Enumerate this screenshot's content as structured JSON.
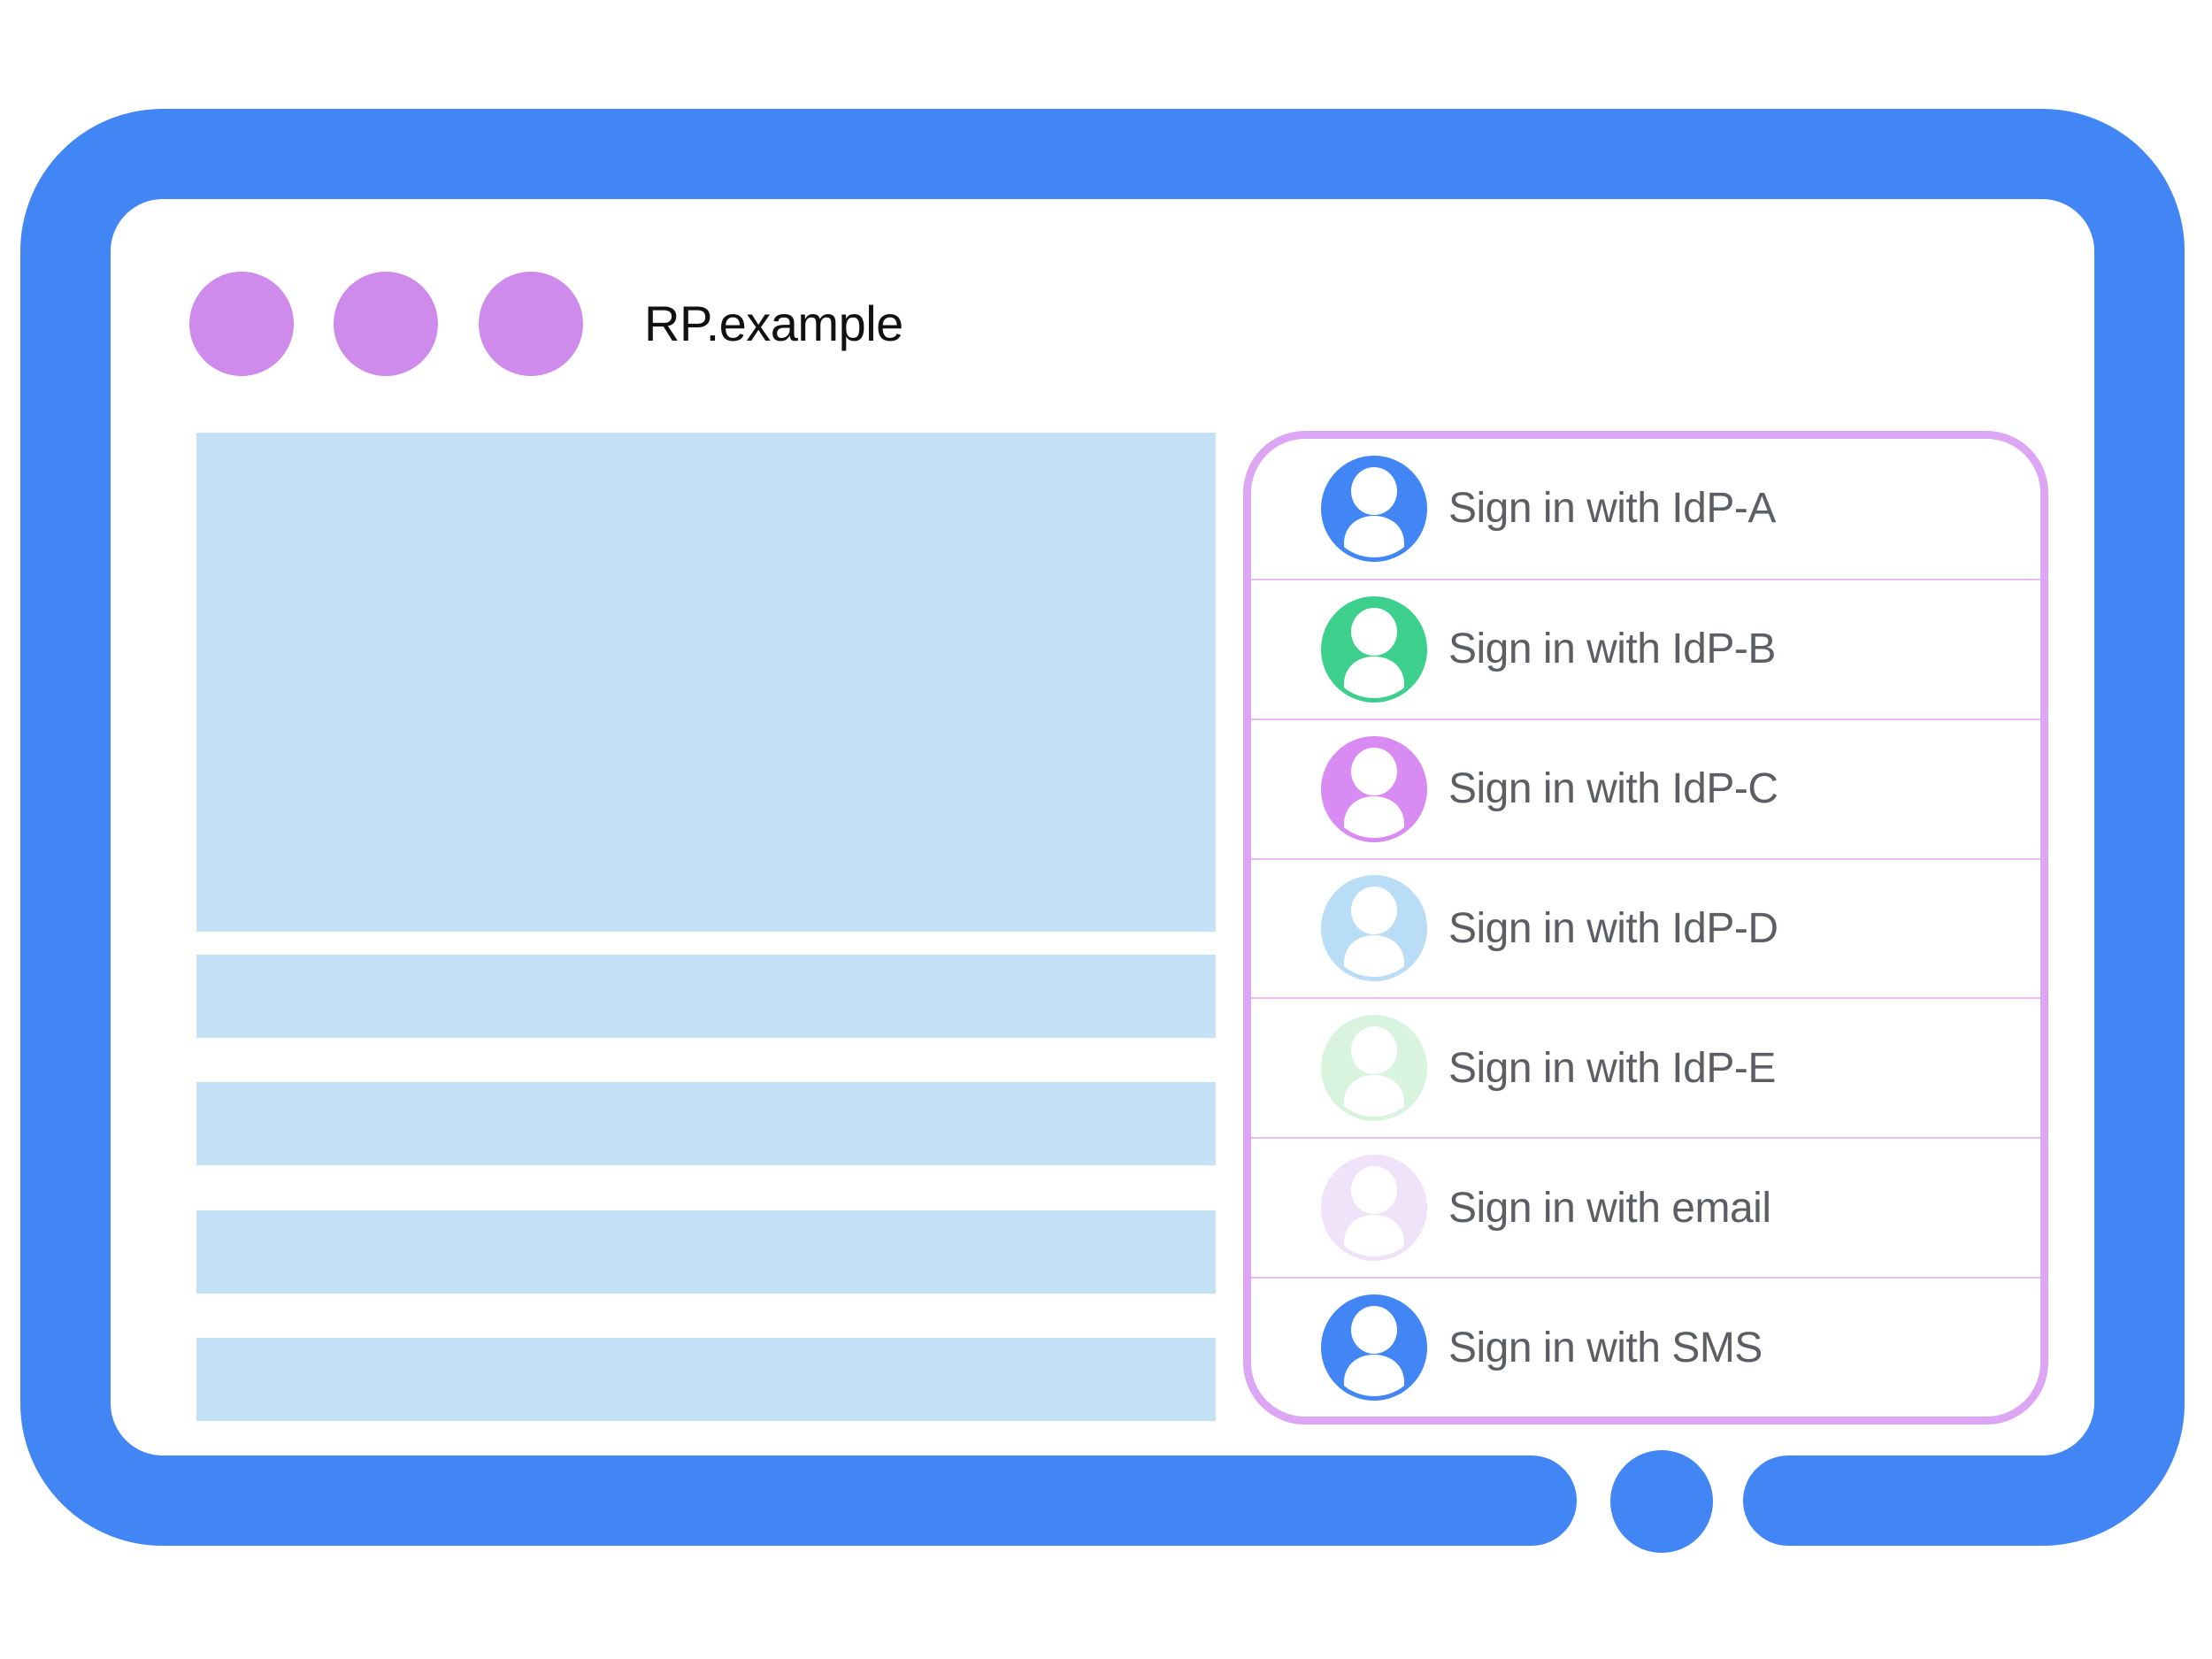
{
  "browser": {
    "title": "RP.example"
  },
  "signin_panel": {
    "items": [
      {
        "id": "idp-a",
        "label": "Sign in with IdP-A",
        "color": "#4285F4"
      },
      {
        "id": "idp-b",
        "label": "Sign in with IdP-B",
        "color": "#3DD08C"
      },
      {
        "id": "idp-c",
        "label": "Sign in with IdP-C",
        "color": "#D88BF2"
      },
      {
        "id": "idp-d",
        "label": "Sign in with IdP-D",
        "color": "#BADDF7"
      },
      {
        "id": "idp-e",
        "label": "Sign in with IdP-E",
        "color": "#D9F4DE"
      },
      {
        "id": "email",
        "label": "Sign in with email",
        "color": "#F0E2F9"
      },
      {
        "id": "sms",
        "label": "Sign in with SMS",
        "color": "#4285F4"
      }
    ]
  },
  "colors": {
    "frame_blue": "#4285F4",
    "content_placeholder_blue": "#C4E1F5",
    "window_dot_purple": "#CF8BEC",
    "panel_border_purple": "#DCA6F4",
    "row_separator_pink": "#EBBCF2",
    "label_gray": "#5B5E63",
    "title_black": "#111111",
    "avatar_glyph_white": "#FFFFFF"
  }
}
